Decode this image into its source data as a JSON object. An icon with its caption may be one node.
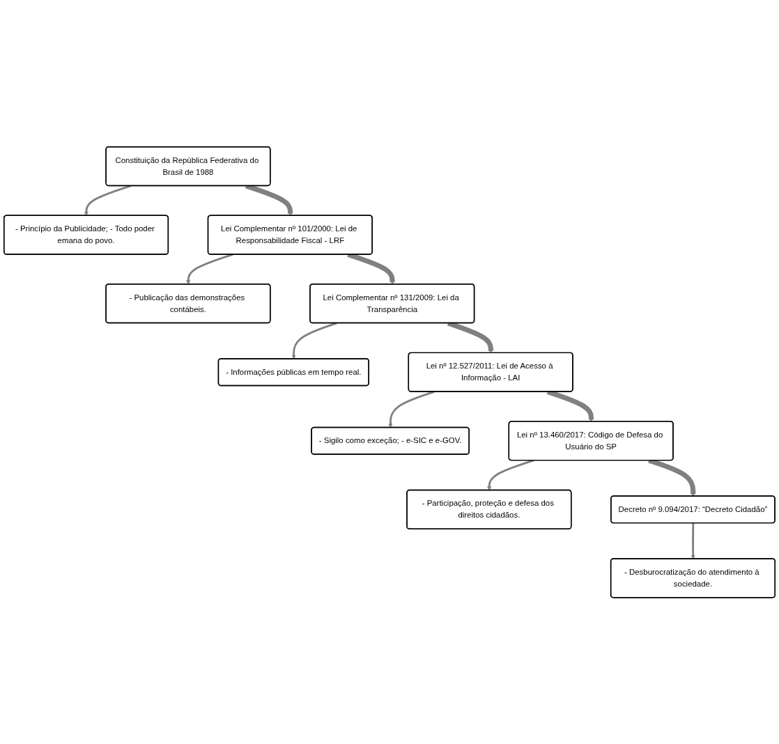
{
  "diagram": {
    "nodes": [
      {
        "text": [
          "Constituição da República Federativa do Brasil de 1988"
        ]
      },
      {
        "text": [
          "- Princípio da Publicidade; - Todo poder emana do povo."
        ]
      },
      {
        "text": [
          "Lei Complementar nº 101/2000: Lei de Responsabilidade Fiscal - LRF"
        ]
      },
      {
        "text": [
          "- Publicação das demonstrações contábeis."
        ]
      },
      {
        "text": [
          "Lei Complementar nº 131/2009: Lei da Transparência"
        ]
      },
      {
        "text": [
          "- Informações públicas em tempo real."
        ]
      },
      {
        "text": [
          "Lei nº 12.527/2011: Lei de Acesso à Informação - LAI"
        ]
      },
      {
        "text": [
          "- Sigilo como exceção; - e-SIC e e-GOV."
        ]
      },
      {
        "text": [
          "Lei nº 13.460/2017: Código de Defesa do Usuário do SP"
        ]
      },
      {
        "text": [
          "- Participação, proteção e defesa dos direitos cidadãos."
        ]
      },
      {
        "text": [
          "Decreto nº 9.094/2017: “Decreto Cidadão”"
        ]
      },
      {
        "text": [
          "- Desburocratização do atendimento à sociedade."
        ]
      }
    ],
    "edges": [
      {
        "from": 0,
        "to": 1,
        "arrow": "to"
      },
      {
        "from": 0,
        "to": 2,
        "arrow": "to",
        "style": "thick"
      },
      {
        "from": 2,
        "to": 3,
        "arrow": "to"
      },
      {
        "from": 2,
        "to": 4,
        "arrow": "to",
        "style": "thick"
      },
      {
        "from": 4,
        "to": 5,
        "arrow": "to"
      },
      {
        "from": 4,
        "to": 6,
        "arrow": "to",
        "style": "thick"
      },
      {
        "from": 6,
        "to": 7,
        "arrow": "to"
      },
      {
        "from": 6,
        "to": 8,
        "arrow": "to",
        "style": "thick"
      },
      {
        "from": 8,
        "to": 9,
        "arrow": "to"
      },
      {
        "from": 8,
        "to": 10,
        "arrow": "to",
        "style": "thick"
      },
      {
        "from": 10,
        "to": 11,
        "arrow": "to"
      }
    ]
  }
}
